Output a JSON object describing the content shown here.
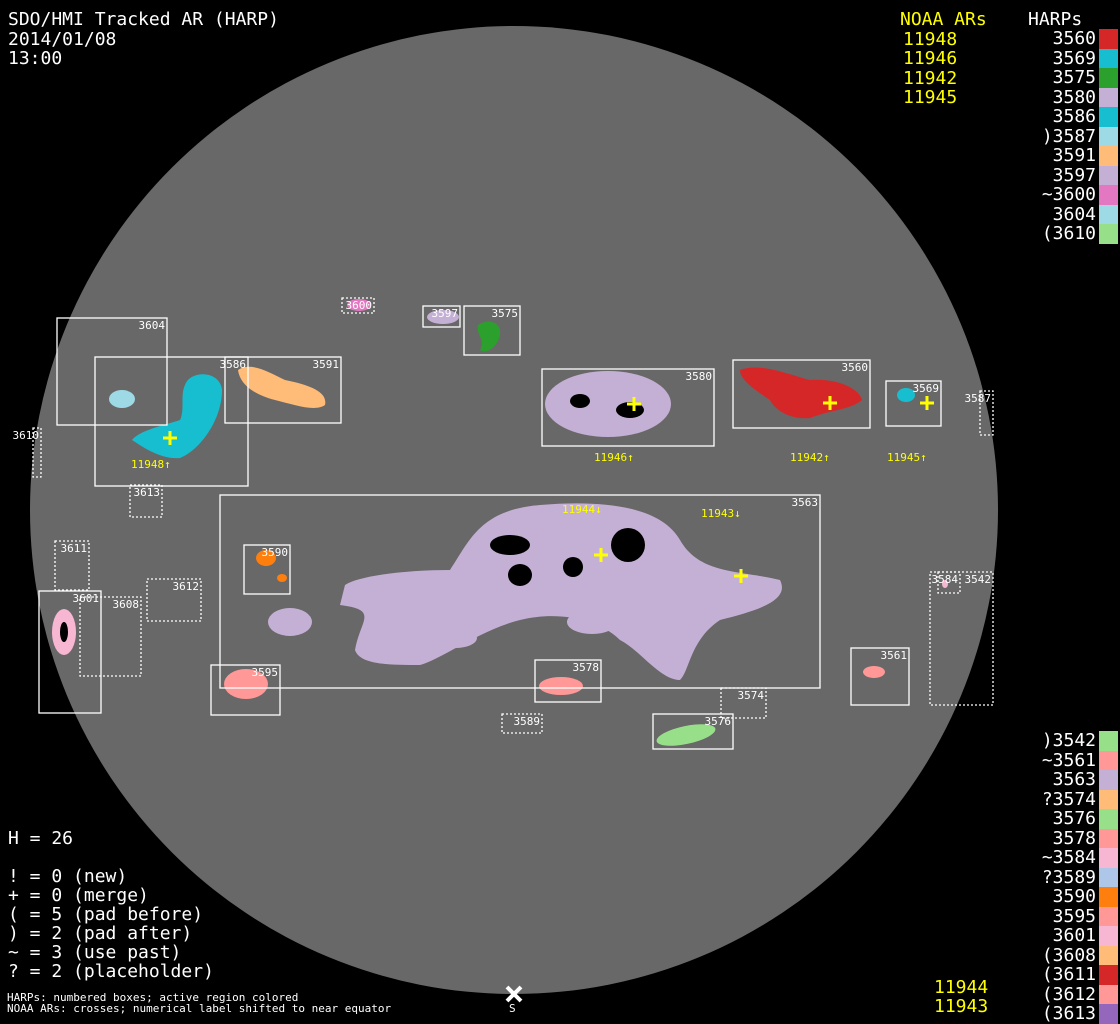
{
  "header": {
    "title": "SDO/HMI Tracked AR (HARP)",
    "date": "2014/01/08",
    "time": "13:00"
  },
  "noaa_top": {
    "title": "NOAA ARs",
    "items": [
      "11948",
      "11946",
      "11942",
      "11945"
    ]
  },
  "noaa_bottom": {
    "items": [
      "11944",
      "11943"
    ]
  },
  "harps_top": {
    "title": "HARPs",
    "items": [
      {
        "label": "3560",
        "color": "#d62728"
      },
      {
        "label": "3569",
        "color": "#17becf"
      },
      {
        "label": "3575",
        "color": "#2ca02c"
      },
      {
        "label": "3580",
        "color": "#c5b0d5"
      },
      {
        "label": "3586",
        "color": "#17becf"
      },
      {
        "label": ")3587",
        "color": "#9edae5"
      },
      {
        "label": "3591",
        "color": "#ffbb78"
      },
      {
        "label": "3597",
        "color": "#c5b0d5"
      },
      {
        "label": "~3600",
        "color": "#e377c2"
      },
      {
        "label": "3604",
        "color": "#9edae5"
      },
      {
        "label": "(3610",
        "color": "#98df8a"
      }
    ]
  },
  "harps_bottom": {
    "items": [
      {
        "label": ")3542",
        "color": "#98df8a"
      },
      {
        "label": "~3561",
        "color": "#ff9896"
      },
      {
        "label": "3563",
        "color": "#c5b0d5"
      },
      {
        "label": "?3574",
        "color": "#ffbb78"
      },
      {
        "label": "3576",
        "color": "#98df8a"
      },
      {
        "label": "3578",
        "color": "#ff9896"
      },
      {
        "label": "~3584",
        "color": "#f7b6d2"
      },
      {
        "label": "?3589",
        "color": "#aec7e8"
      },
      {
        "label": "3590",
        "color": "#ff7f0e"
      },
      {
        "label": "3595",
        "color": "#ff9896"
      },
      {
        "label": "3601",
        "color": "#f7b6d2"
      },
      {
        "label": "(3608",
        "color": "#ffbb78"
      },
      {
        "label": "(3611",
        "color": "#d62728"
      },
      {
        "label": "(3612",
        "color": "#ff9896"
      },
      {
        "label": "(3613",
        "color": "#9467bd"
      }
    ]
  },
  "stats": {
    "h": "H = 26",
    "new": "! = 0 (new)",
    "merge": "+ = 0 (merge)",
    "pad_before": "( = 5 (pad before)",
    "pad_after": ") = 2 (pad after)",
    "use_past": "~ = 3 (use past)",
    "placeholder": "? = 2 (placeholder)"
  },
  "footer": {
    "line1": "HARPs: numbered boxes; active region colored",
    "line2": "NOAA ARs: crosses; numerical label shifted to near equator",
    "south": "S"
  },
  "disk_labels": {
    "b3604": "3604",
    "b3586": "3586",
    "b3591": "3591",
    "b3600": "3600",
    "b3597": "3597",
    "b3575": "3575",
    "b3580": "3580",
    "b3560": "3560",
    "b3569": "3569",
    "b3587": "3587",
    "b3610": "3610",
    "b3613": "3613",
    "b3563": "3563",
    "b3611": "3611",
    "b3601": "3601",
    "b3608": "3608",
    "b3612": "3612",
    "b3590": "3590",
    "b3595": "3595",
    "b3578": "3578",
    "b3589": "3589",
    "b3574": "3574",
    "b3576": "3576",
    "b3561": "3561",
    "b3584": "3584",
    "b3542": "3542",
    "n11948": "11948↑",
    "n11946": "11946↑",
    "n11942": "11942↑",
    "n11945": "11945↑",
    "n11944": "11944↓",
    "n11943": "11943↓"
  }
}
